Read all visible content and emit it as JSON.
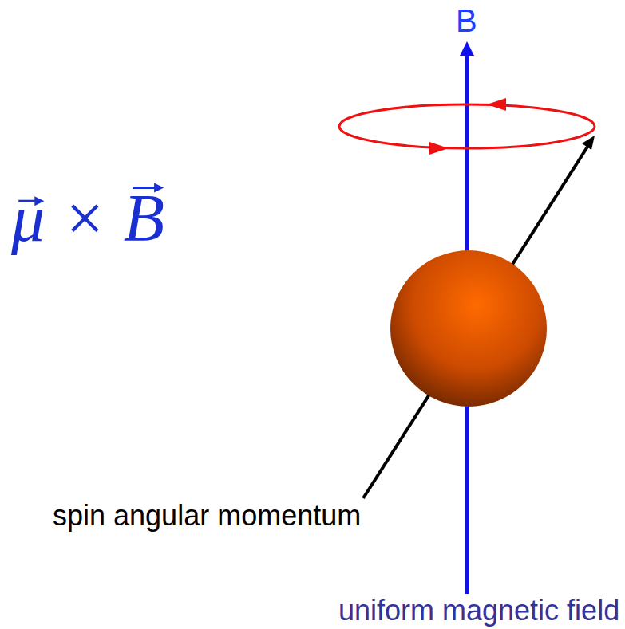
{
  "diagram": {
    "labels": [
      "B",
      "μ × B",
      "spin angular momentum",
      "uniform magnetic field"
    ]
  }
}
